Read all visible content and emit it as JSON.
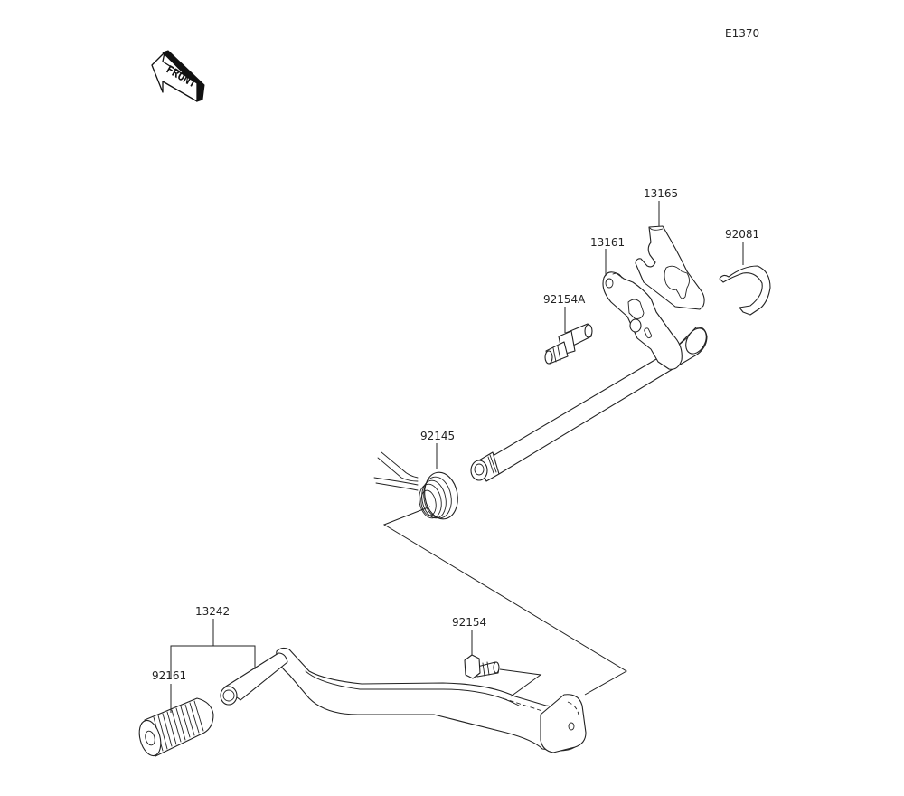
{
  "diagram": {
    "code": "E1370",
    "front_label": "FRONT",
    "parts": {
      "p13165": "13165",
      "p92081": "92081",
      "p13161": "13161",
      "p92154A": "92154A",
      "p92145": "92145",
      "p13242": "13242",
      "p92161": "92161",
      "p92154": "92154"
    },
    "colors": {
      "line": "#222222",
      "background": "#ffffff"
    }
  }
}
